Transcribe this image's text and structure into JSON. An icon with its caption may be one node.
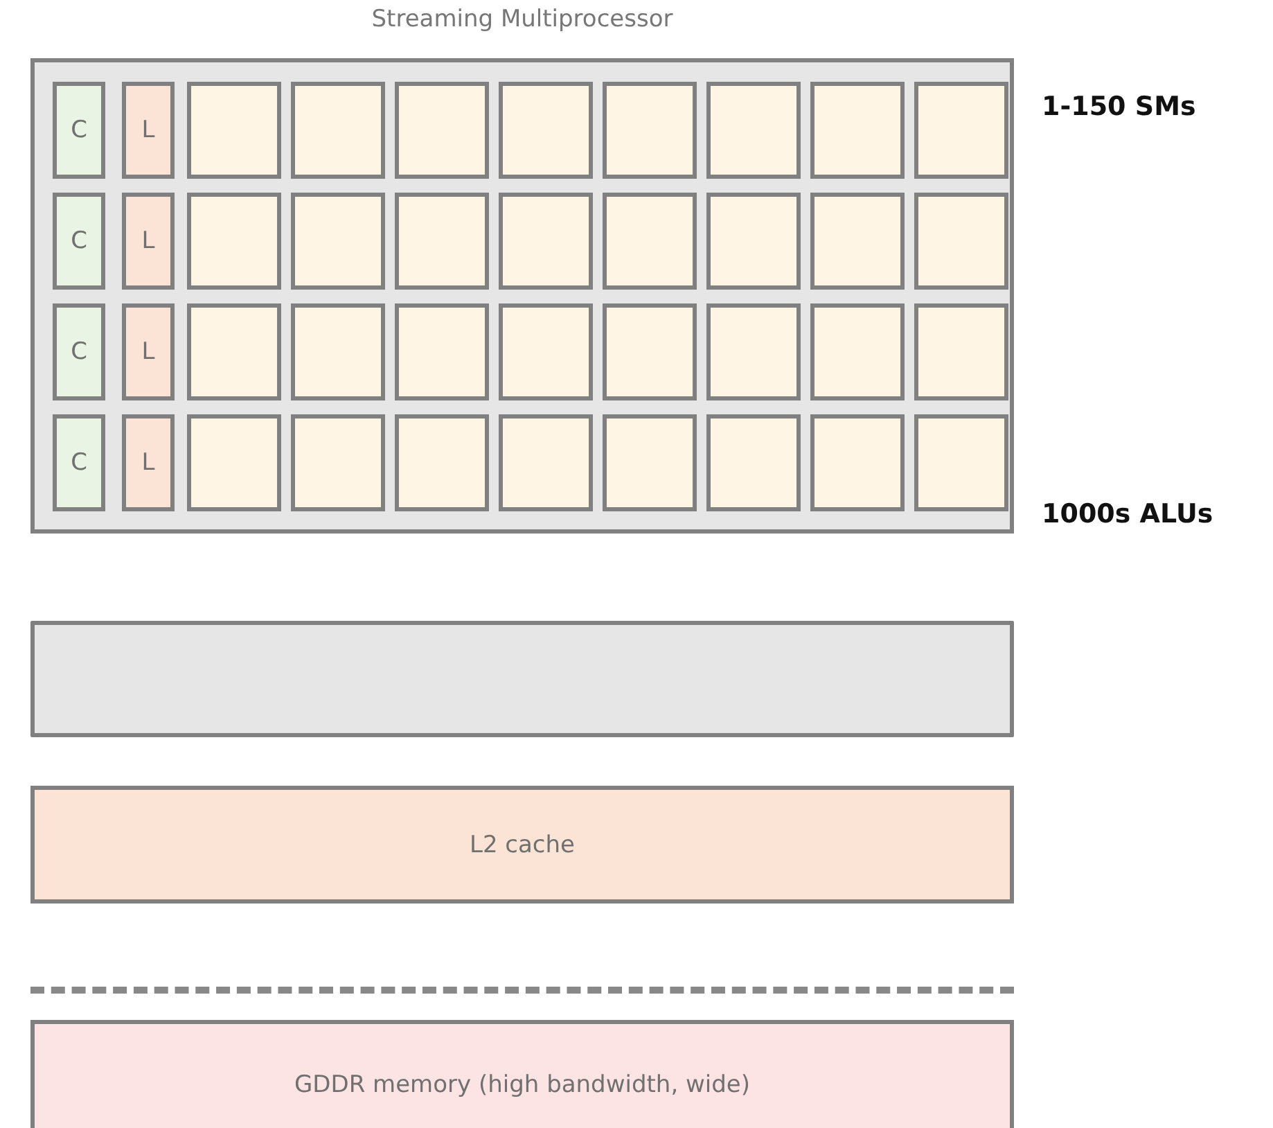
{
  "diagram": {
    "nodes": [
      {
        "text": [
          "Streaming Multiprocessor"
        ]
      },
      {
        "text": [
          "C"
        ],
        "in": 0
      },
      {
        "text": [
          "L"
        ],
        "in": 0
      },
      {
        "text": [],
        "shape": "box",
        "in": 0
      },
      {
        "text": [],
        "shape": "box",
        "in": 0
      },
      {
        "text": [],
        "shape": "box",
        "in": 0
      },
      {
        "text": [],
        "shape": "box",
        "in": 0
      },
      {
        "text": [],
        "shape": "box",
        "in": 0
      },
      {
        "text": [],
        "shape": "box",
        "in": 0
      },
      {
        "text": [],
        "shape": "box",
        "in": 0
      },
      {
        "text": [],
        "shape": "box",
        "in": 0
      },
      {
        "text": [
          "C"
        ],
        "in": 0
      },
      {
        "text": [
          "L"
        ],
        "in": 0
      },
      {
        "text": [],
        "shape": "box",
        "in": 0
      },
      {
        "text": [],
        "shape": "box",
        "in": 0
      },
      {
        "text": [],
        "shape": "box",
        "in": 0
      },
      {
        "text": [],
        "shape": "box",
        "in": 0
      },
      {
        "text": [],
        "shape": "box",
        "in": 0
      },
      {
        "text": [],
        "shape": "box",
        "in": 0
      },
      {
        "text": [],
        "shape": "box",
        "in": 0
      },
      {
        "text": [],
        "shape": "box",
        "in": 0
      },
      {
        "text": [
          "C"
        ],
        "in": 0
      },
      {
        "text": [
          "L"
        ],
        "in": 0
      },
      {
        "text": [],
        "shape": "box",
        "in": 0
      },
      {
        "text": [],
        "shape": "box",
        "in": 0
      },
      {
        "text": [],
        "shape": "box",
        "in": 0
      },
      {
        "text": [],
        "shape": "box",
        "in": 0
      },
      {
        "text": [],
        "shape": "box",
        "in": 0
      },
      {
        "text": [],
        "shape": "box",
        "in": 0
      },
      {
        "text": [],
        "shape": "box",
        "in": 0
      },
      {
        "text": [],
        "shape": "box",
        "in": 0
      },
      {
        "text": [
          "C"
        ],
        "in": 0
      },
      {
        "text": [
          "L"
        ],
        "in": 0
      },
      {
        "text": [],
        "shape": "box",
        "in": 0
      },
      {
        "text": [],
        "shape": "box",
        "in": 0
      },
      {
        "text": [],
        "shape": "box",
        "in": 0
      },
      {
        "text": [],
        "shape": "box",
        "in": 0
      },
      {
        "text": [],
        "shape": "box",
        "in": 0
      },
      {
        "text": [],
        "shape": "box",
        "in": 0
      },
      {
        "text": [],
        "shape": "box",
        "in": 0
      },
      {
        "text": [],
        "shape": "box",
        "in": 0
      },
      {
        "text": [],
        "shape": "bar"
      },
      {
        "text": [
          "L2 cache"
        ]
      },
      {
        "text": [
          "GDDR memory (high bandwidth, wide)"
        ]
      }
    ],
    "labels": [
      "1-150 SMs",
      "1000s ALUs"
    ]
  }
}
